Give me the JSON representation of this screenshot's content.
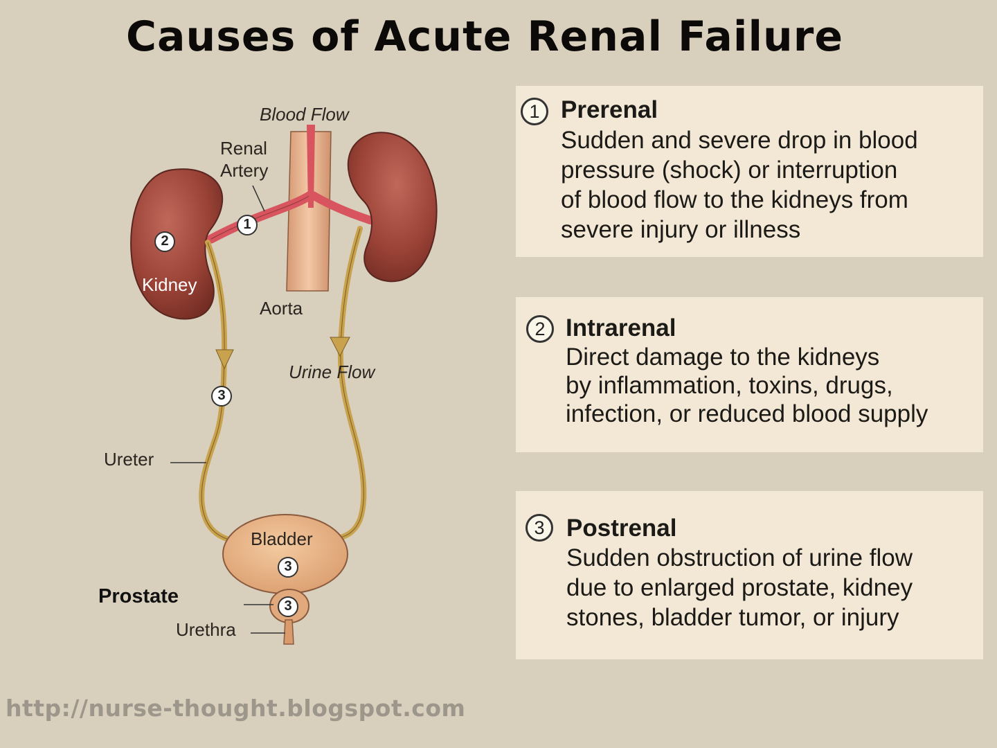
{
  "title": "Causes of Acute Renal Failure",
  "diagram": {
    "labels": {
      "blood_flow": "Blood Flow",
      "renal_artery": "Renal\nArtery",
      "kidney": "Kidney",
      "aorta": "Aorta",
      "urine_flow": "Urine Flow",
      "ureter": "Ureter",
      "bladder": "Bladder",
      "prostate": "Prostate",
      "urethra": "Urethra"
    },
    "markers": {
      "renal_artery": "1",
      "kidney": "2",
      "ureter": "3",
      "bladder": "3",
      "prostate": "3"
    }
  },
  "panels": [
    {
      "number": "1",
      "title": "Prerenal",
      "lines": [
        "Sudden and severe drop in blood",
        "pressure (shock) or interruption",
        "of blood flow to the kidneys from",
        "severe injury or illness"
      ]
    },
    {
      "number": "2",
      "title": "Intrarenal",
      "lines": [
        "Direct damage to the kidneys",
        "by inflammation, toxins, drugs,",
        "infection, or reduced blood supply"
      ]
    },
    {
      "number": "3",
      "title": "Postrenal",
      "lines": [
        "Sudden obstruction of urine flow",
        "due to enlarged prostate, kidney",
        "stones, bladder tumor, or injury"
      ]
    }
  ],
  "footer": "http://nurse-thought.blogspot.com",
  "colors": {
    "background": "#d9cfbd",
    "panel": "#f2e8d5",
    "kidney": "#9a4236",
    "artery": "#d8545e",
    "aorta": "#e6b08f",
    "ureter": "#c9a24e",
    "bladder": "#e7b384"
  }
}
